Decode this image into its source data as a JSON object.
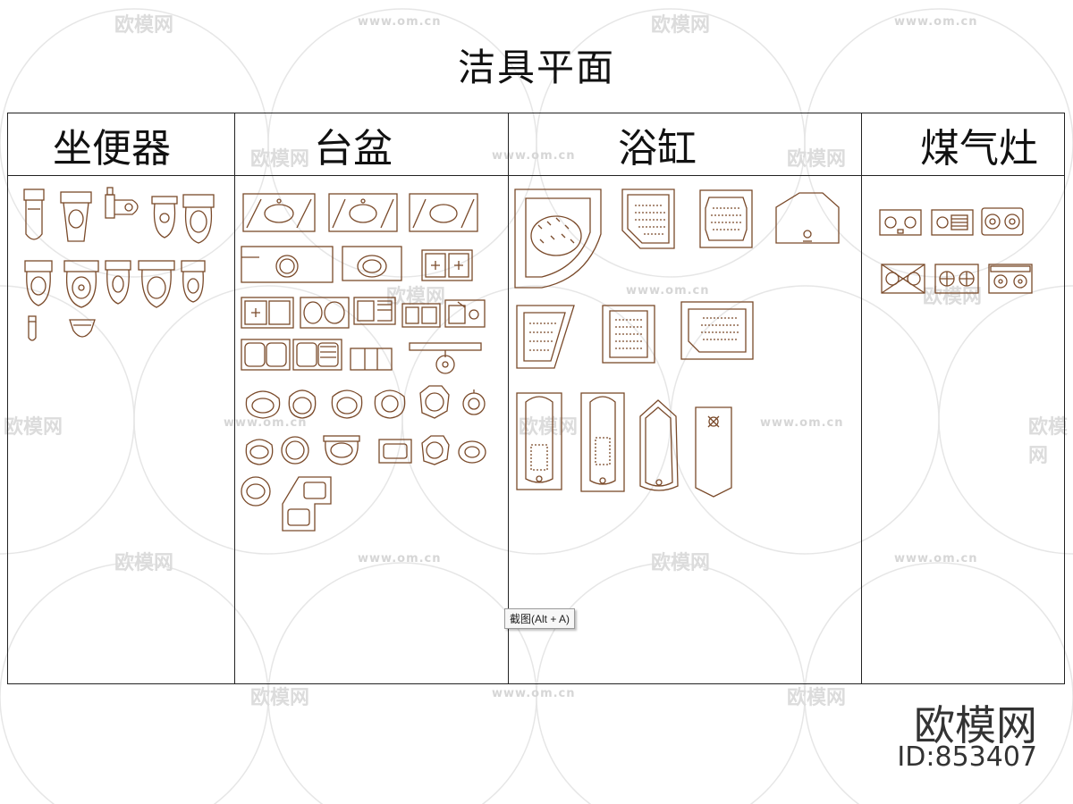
{
  "title": "洁具平面",
  "columns": [
    {
      "label": "坐便器"
    },
    {
      "label": "台盆"
    },
    {
      "label": "浴缸"
    },
    {
      "label": "煤气灶"
    }
  ],
  "tooltip": "截图(Alt + A)",
  "brand": {
    "name": "欧模网",
    "id": "ID:853407"
  },
  "watermark": {
    "logo_text": "欧模网",
    "url": "www.om.cn"
  },
  "colors": {
    "symbol": "#7a4a2a",
    "grid": "#222222",
    "watermark": "#dcdcdc"
  }
}
